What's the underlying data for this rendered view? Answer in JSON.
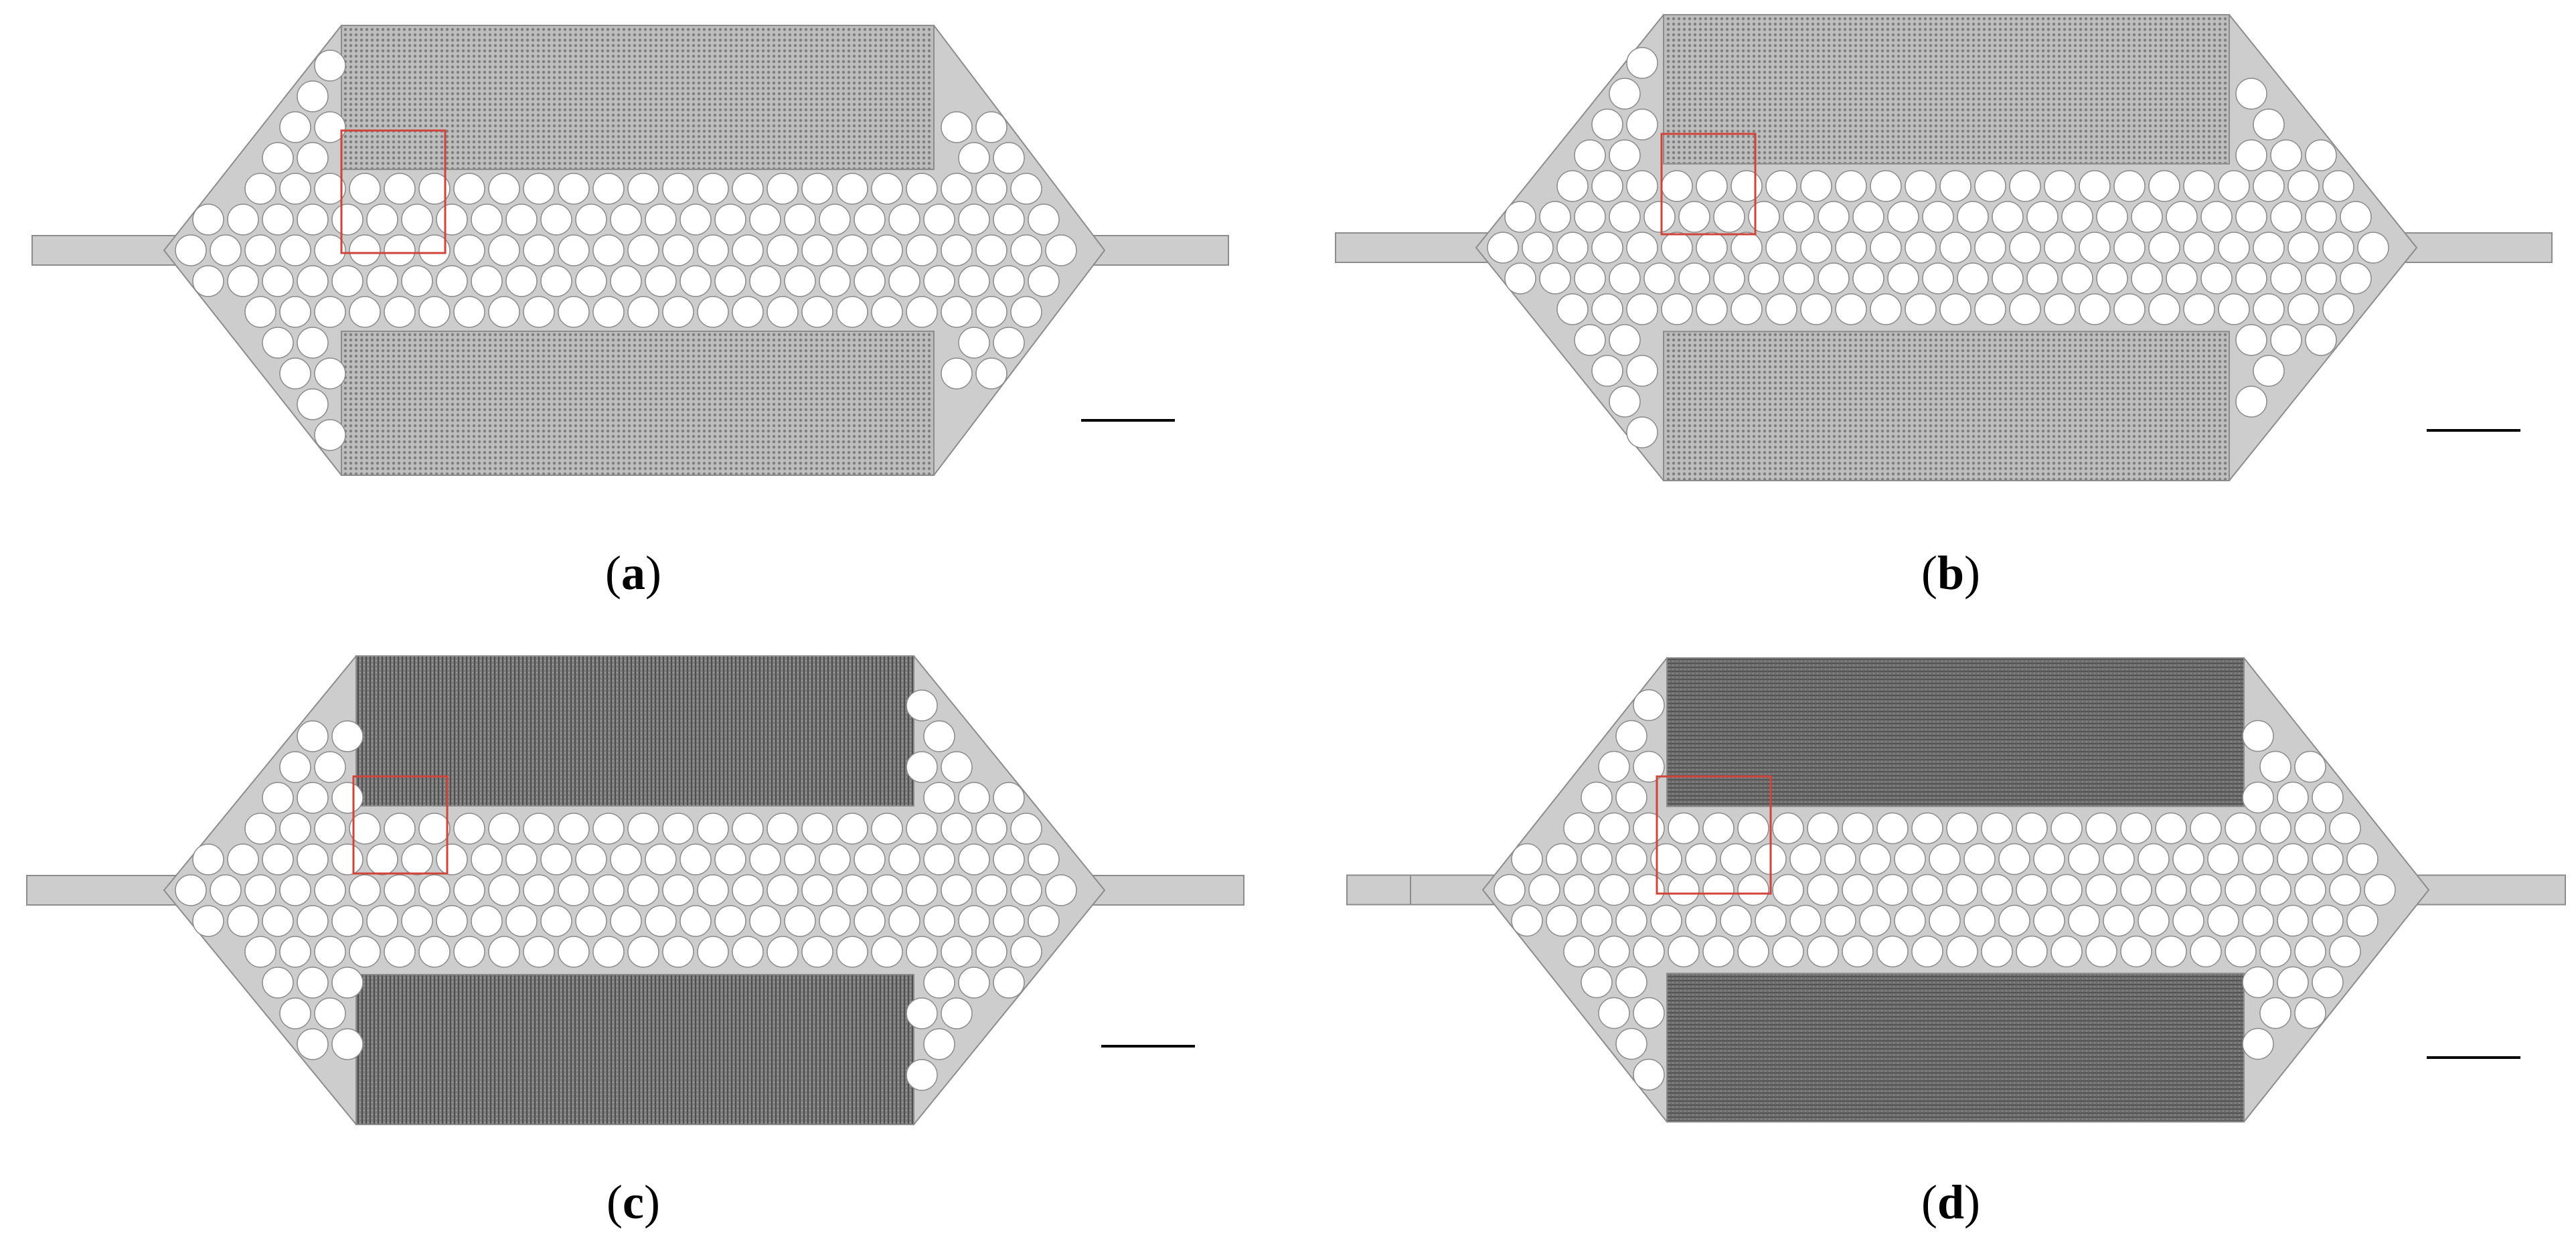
{
  "figure": {
    "panels": [
      {
        "id": "a",
        "open": "(",
        "letter": "a",
        "close": ")",
        "crystal_pattern": "sparse-dots",
        "highlight_box": true,
        "scale_bar": true
      },
      {
        "id": "b",
        "open": "(",
        "letter": "b",
        "close": ")",
        "crystal_pattern": "sparse-dots",
        "highlight_box": true,
        "scale_bar": true
      },
      {
        "id": "c",
        "open": "(",
        "letter": "c",
        "close": ")",
        "crystal_pattern": "dense-vertical",
        "highlight_box": true,
        "scale_bar": true
      },
      {
        "id": "d",
        "open": "(",
        "letter": "d",
        "close": ")",
        "crystal_pattern": "dense-horizontal",
        "highlight_box": true,
        "scale_bar": true
      }
    ],
    "colors": {
      "background": "#ffffff",
      "waveguide_fill": "#cdcdcd",
      "waveguide_stroke": "#8c8c8c",
      "crystal_region": "#9c9c9c",
      "crystal_region_dense": "#6f6f6f",
      "holes": "#ffffff",
      "highlight_box": "#d0443c",
      "scale_bar": "#000000"
    }
  }
}
